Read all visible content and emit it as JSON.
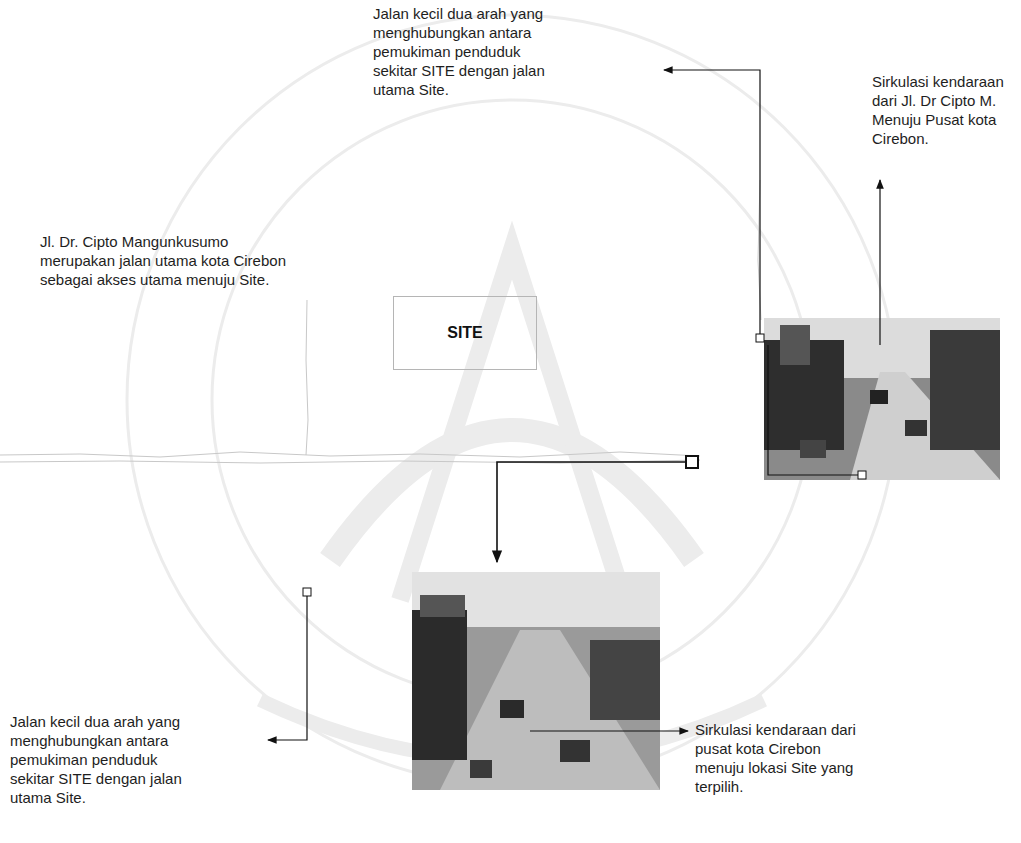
{
  "diagram": {
    "nodes": [
      {
        "text": [
          "SITE"
        ]
      }
    ],
    "labels": [
      "Jalan kecil dua arah yang menghubungkan antara pemukiman penduduk sekitar SITE dengan jalan utama Site.",
      "Sirkulasi kendaraan dari Jl. Dr Cipto M. Menuju Pusat kota Cirebon.",
      "Jl. Dr. Cipto Mangunkusumo merupakan jalan utama kota Cirebon sebagai akses utama menuju Site.",
      "Jalan kecil dua arah yang menghubungkan antara pemukiman penduduk sekitar SITE dengan jalan utama Site.",
      "Sirkulasi kendaraan dari pusat kota Cirebon menuju lokasi Site yang terpilih."
    ]
  }
}
